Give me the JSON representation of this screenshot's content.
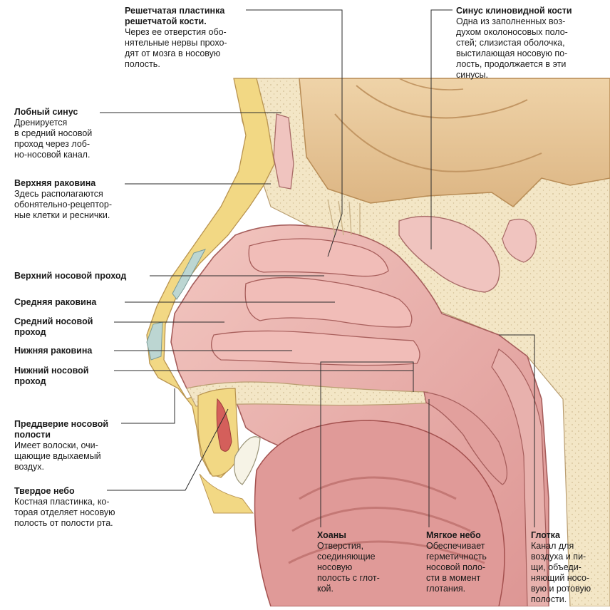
{
  "colors": {
    "bone": "#f3e6c6",
    "bone_dots": "#d9c7a0",
    "fat_yellow": "#f2d884",
    "mucosa": "#e6a6a4",
    "mucosa_dark": "#c97b7a",
    "mucosa_light": "#f0c4bf",
    "brain": "#e8c79a",
    "brain_edge": "#c99b63",
    "cartilage": "#bcd6d2",
    "line": "#333333"
  },
  "labels": {
    "cribriform": {
      "title": "Решетчатая пластинка\nрешетчатой кости.",
      "desc": "Через ее отверстия обо-\nнятельные нервы прохо-\nдят от мозга в носовую\nполость."
    },
    "sphenoid": {
      "title": "Синус клиновидной кости",
      "desc": "Одна из заполненных воз-\nдухом околоносовых поло-\nстей; слизистая оболочка,\nвыстилающая носовую по-\nлость, продолжается в эти\nсинусы."
    },
    "frontal": {
      "title": "Лобный синус",
      "desc": "Дренируется\nв средний носовой\nпроход через лоб-\nно-носовой канал."
    },
    "superior_concha": {
      "title": "Верхняя раковина",
      "desc": "Здесь располагаются\nобонятельно-рецептор-\nные клетки и реснички."
    },
    "superior_meatus": {
      "title": "Верхний носовой проход"
    },
    "middle_concha": {
      "title": "Средняя раковина"
    },
    "middle_meatus": {
      "title": "Средний носовой\nпроход"
    },
    "inferior_concha": {
      "title": "Нижняя раковина"
    },
    "inferior_meatus": {
      "title": "Нижний носовой\nпроход"
    },
    "vestibule": {
      "title": "Преддверие носовой\nполости",
      "desc": "Имеет волоски, очи-\nщающие вдыхаемый\nвоздух."
    },
    "hard_palate": {
      "title": "Твердое небо",
      "desc": " Костная пластинка, ко-\nторая отделяет носовую\nполость от полости рта."
    },
    "choanae": {
      "title": "Хоаны",
      "desc": "Отверстия,\nсоединяющие\nносовую\nполость с глот-\nкой."
    },
    "soft_palate": {
      "title": "Мягкое небо",
      "desc": "Обеспечивает\nгерметичность\nносовой поло-\nсти в момент\nглотания."
    },
    "pharynx": {
      "title": "Глотка",
      "desc": "Канал для\nвоздуха и пи-\nщи, объеди-\nняющий носо-\nвую и ротовую\nполости."
    }
  }
}
